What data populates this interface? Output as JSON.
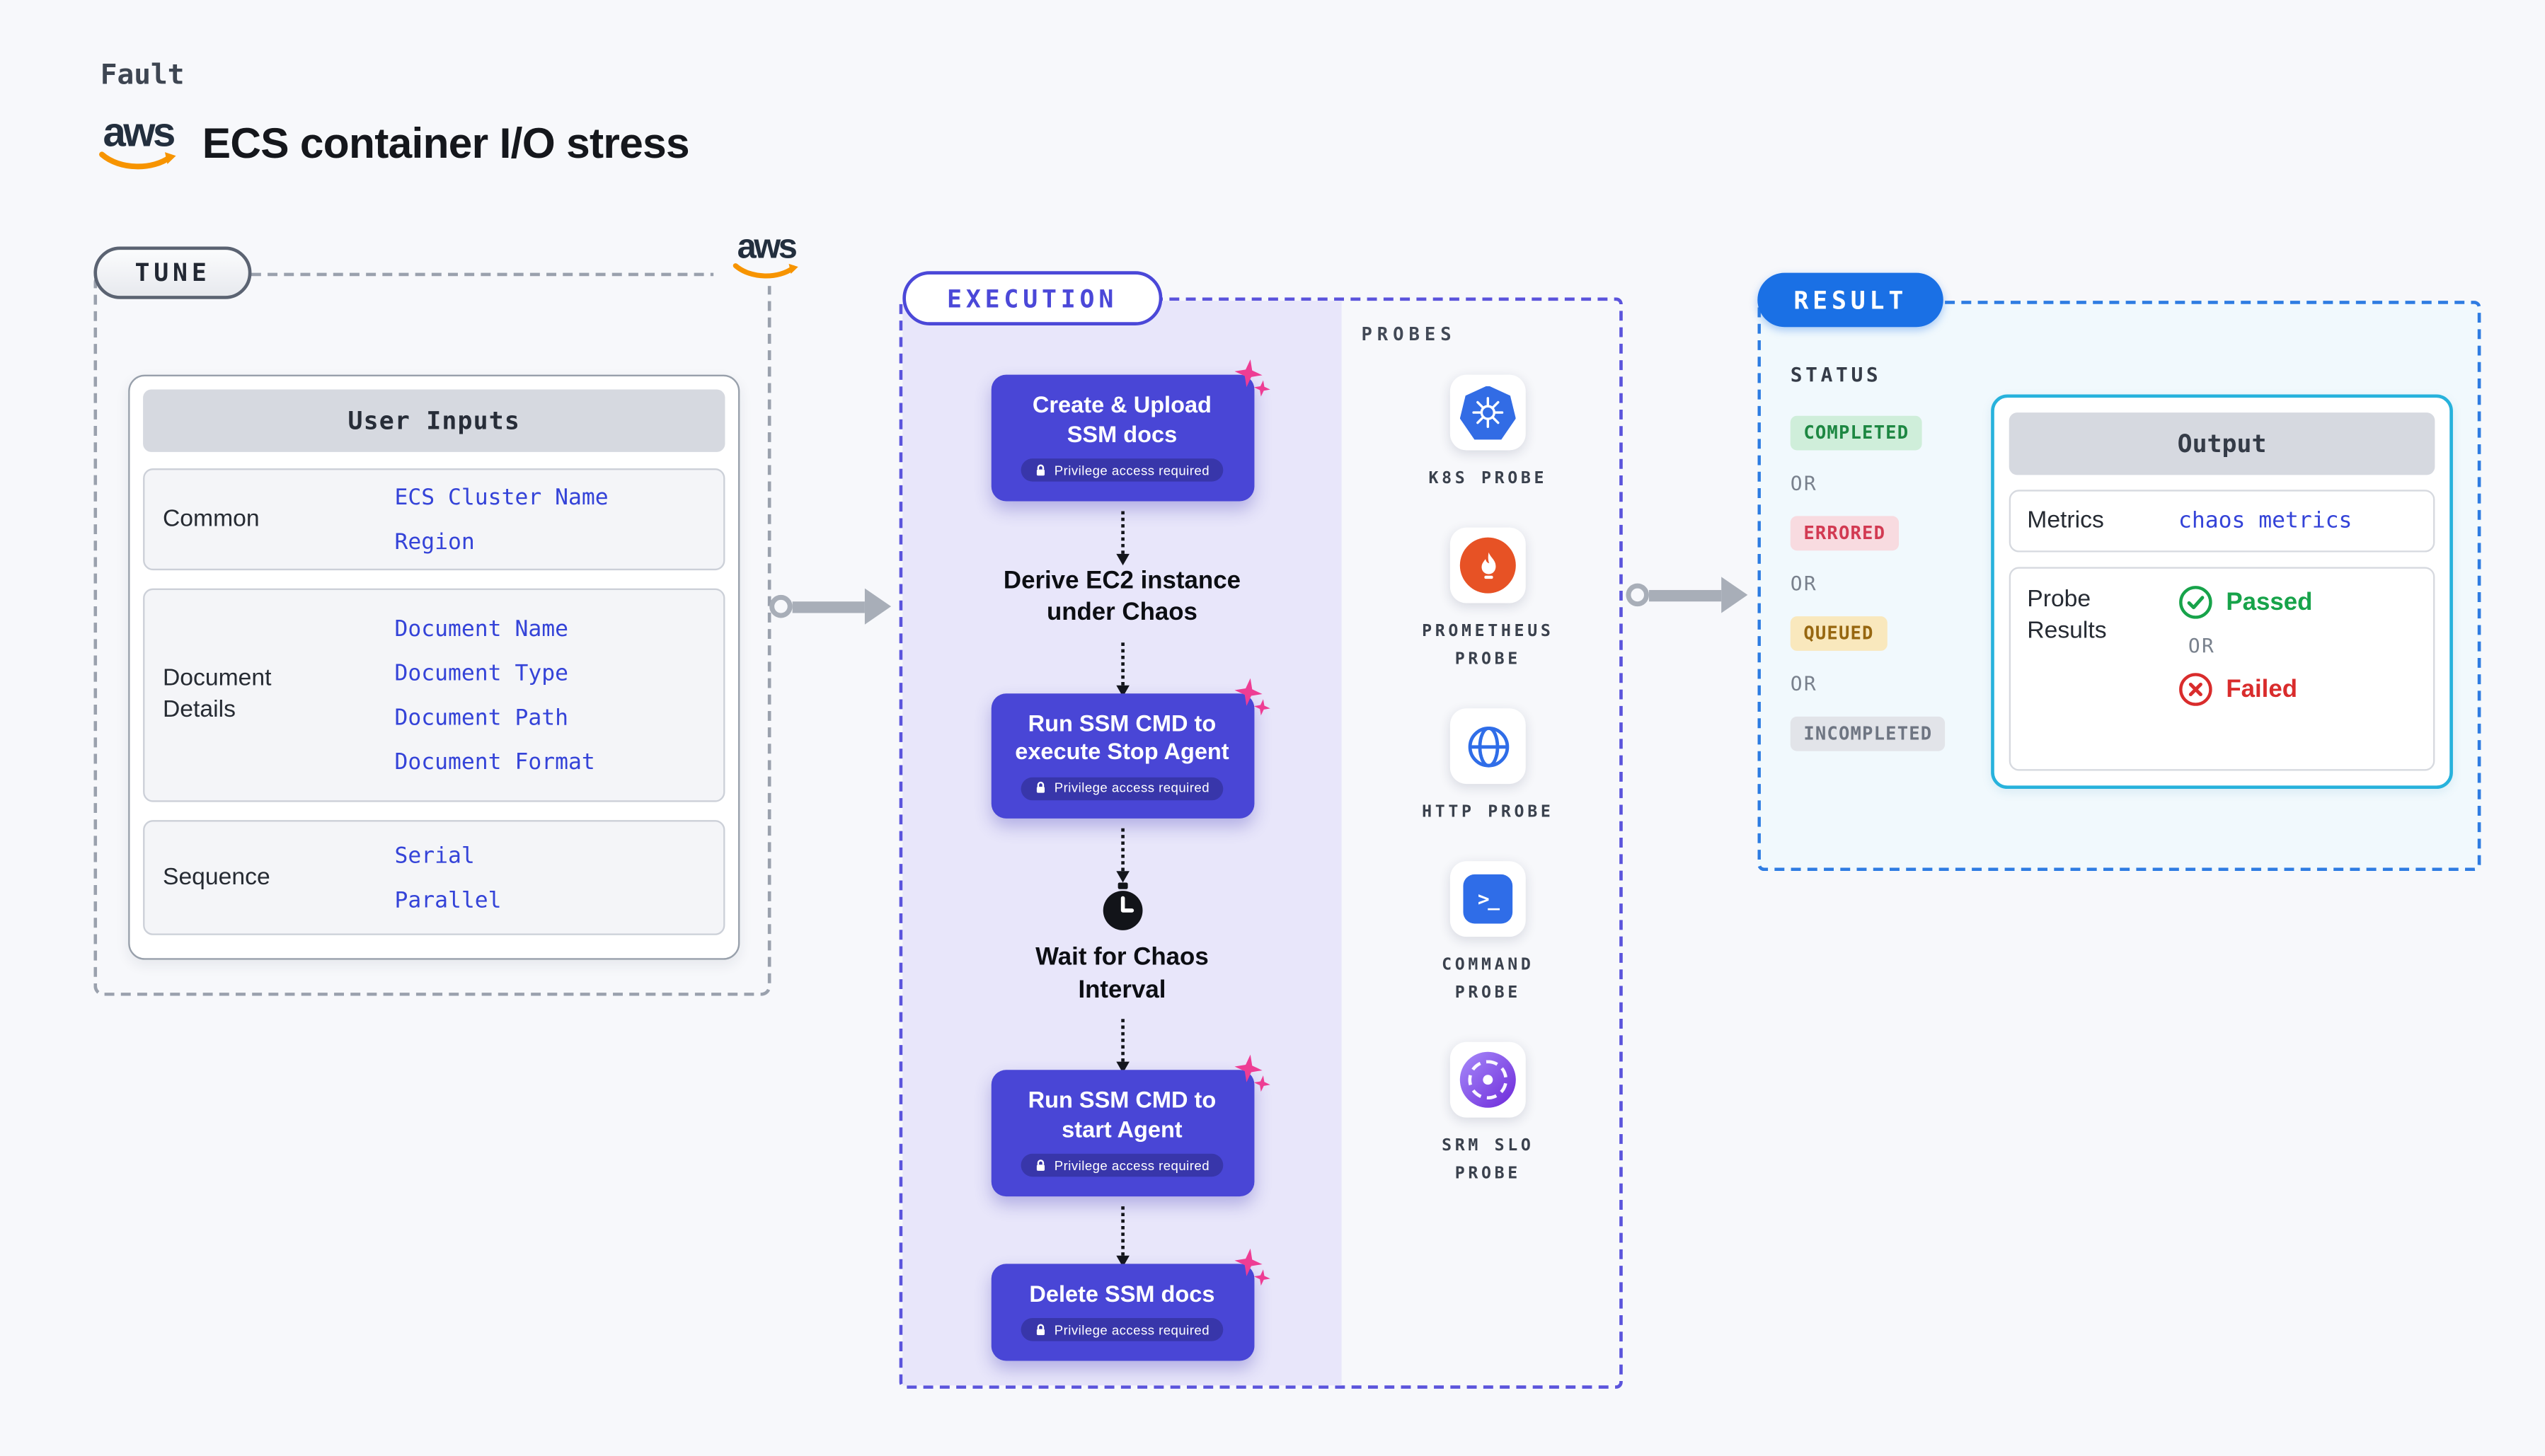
{
  "header": {
    "kicker": "Fault",
    "title": "ECS container I/O stress",
    "aws_logo_text": "aws"
  },
  "tune": {
    "pill": "TUNE",
    "aws_logo_text": "aws",
    "card_title": "User Inputs",
    "groups": [
      {
        "label": "Common",
        "values": [
          "ECS Cluster Name",
          "Region"
        ]
      },
      {
        "label": "Document\nDetails",
        "values": [
          "Document Name",
          "Document Type",
          "Document Path",
          "Document Format"
        ]
      },
      {
        "label": "Sequence",
        "values": [
          "Serial",
          "Parallel"
        ]
      }
    ]
  },
  "execution": {
    "pill": "EXECUTION",
    "privilege_note": "Privilege access required",
    "steps": {
      "create": "Create & Upload\nSSM docs",
      "derive": "Derive EC2 instance\nunder Chaos",
      "stop": "Run SSM CMD to\nexecute Stop Agent",
      "wait": "Wait for Chaos\nInterval",
      "start": "Run SSM CMD to\nstart Agent",
      "delete": "Delete SSM docs"
    }
  },
  "probes": {
    "title": "PROBES",
    "items": [
      {
        "label": "K8S PROBE",
        "icon": "kubernetes-icon"
      },
      {
        "label": "PROMETHEUS\nPROBE",
        "icon": "prometheus-flame-icon"
      },
      {
        "label": "HTTP PROBE",
        "icon": "globe-icon"
      },
      {
        "label": "COMMAND\nPROBE",
        "icon": "terminal-icon",
        "glyph": ">_"
      },
      {
        "label": "SRM SLO\nPROBE",
        "icon": "srm-gauge-icon"
      }
    ]
  },
  "result": {
    "pill": "RESULT",
    "status_title": "STATUS",
    "or": "OR",
    "statuses": [
      "COMPLETED",
      "ERRORED",
      "QUEUED",
      "INCOMPLETED"
    ],
    "output": {
      "title": "Output",
      "metrics_label": "Metrics",
      "metrics_value": "chaos metrics",
      "probe_results_label": "Probe\nResults",
      "passed": "Passed",
      "or": "OR",
      "failed": "Failed"
    }
  },
  "colors": {
    "page_bg": "#f7f8fb",
    "step_button_blue": "#4946d6",
    "execution_panel_purple": "#e8e6fa",
    "execution_border": "#5b54dc",
    "result_border": "#2e7ce2",
    "result_pill_blue": "#1a70e5",
    "output_border_cyan": "#27b2dc",
    "value_text_blue": "#3443d8",
    "sparkle_pink": "#ee3d94",
    "passed_green": "#17a34a",
    "failed_red": "#d92c2c",
    "aws_orange": "#f79400",
    "completed_green": "#1d8742",
    "errored_red": "#d23a52",
    "queued_yellow": "#976710"
  }
}
